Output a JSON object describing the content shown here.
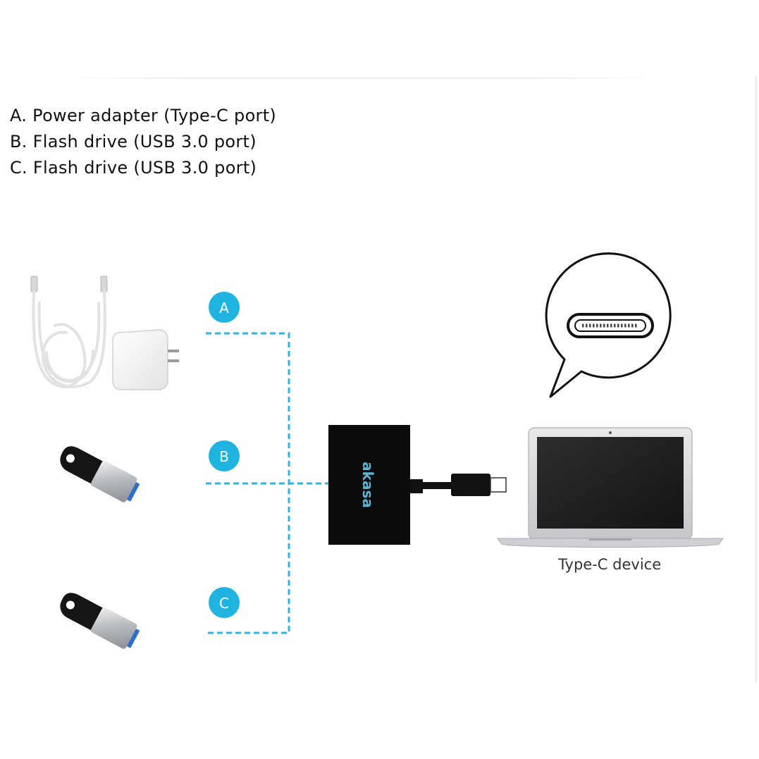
{
  "legend": {
    "items": [
      {
        "key": "A",
        "text": "A. Power adapter (Type-C port)"
      },
      {
        "key": "B",
        "text": "B. Flash drive (USB 3.0 port)"
      },
      {
        "key": "C",
        "text": "C. Flash drive (USB 3.0 port)"
      }
    ]
  },
  "markers": {
    "a": "A",
    "b": "B",
    "c": "C"
  },
  "hub": {
    "brand": "akasa"
  },
  "device": {
    "caption": "Type-C device"
  },
  "colors": {
    "accent": "#1fb4e0",
    "connector_line": "#2bb5e3",
    "hub_body": "#0c0c0c",
    "hub_brand_text": "#5bb4d6"
  },
  "icons": {
    "power": "usb-c-cable-and-power-adapter-icon",
    "flash_b": "usb-flash-drive-icon",
    "flash_c": "usb-flash-drive-icon",
    "laptop": "laptop-icon",
    "port_bubble": "usb-c-port-speech-bubble-icon"
  }
}
